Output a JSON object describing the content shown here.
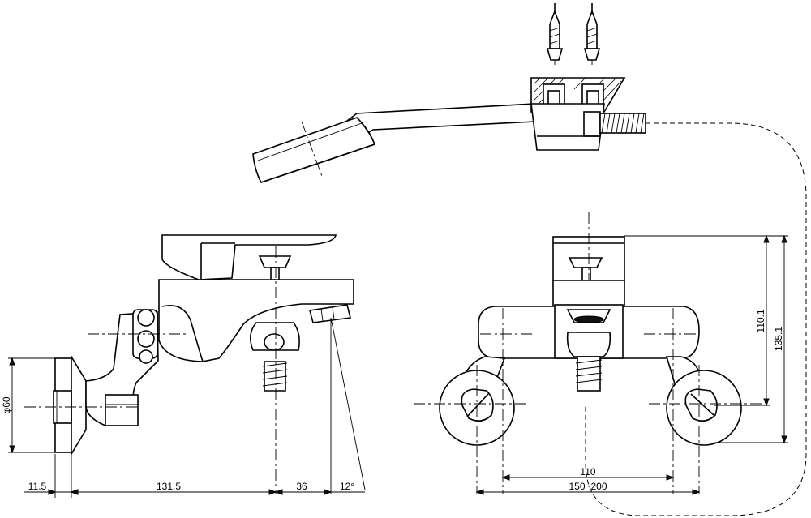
{
  "dimensions": {
    "wall_gap": "11.5",
    "reach": "131.5",
    "spout_offset": "36",
    "spout_angle": "12°",
    "flange_diameter": "φ60",
    "center_distance": "110",
    "center_range": "150~200",
    "height_upper": "110.1",
    "height_total": "135.1"
  }
}
